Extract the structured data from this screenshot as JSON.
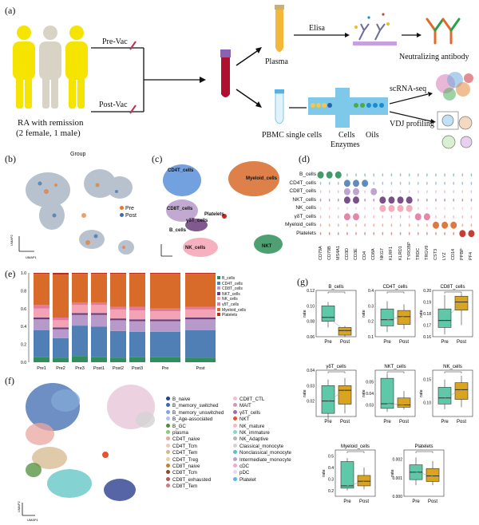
{
  "panel_a": {
    "label": "(a)",
    "pre_vac": "Pre-Vac",
    "post_vac": "Post-Vac",
    "cohort_line1": "RA with remission",
    "cohort_line2": "(2 female, 1 male)",
    "elisa": "Elisa",
    "plasma": "Plasma",
    "neutralizing": "Neutralizing antibody",
    "scrna": "scRNA-seq",
    "pbmc": "PBMC single cells",
    "cells": "Cells",
    "oils": "Oils",
    "enzymes": "Enzymes",
    "vdj": "VDJ profiling",
    "colors": {
      "human_yellow": "#f5e400",
      "human_gray": "#d8d3c4",
      "tube_red": "#b01030"
    }
  },
  "panel_b": {
    "label": "(b)",
    "title": "Group",
    "legend": [
      {
        "name": "Pre",
        "color": "#e07b2d"
      },
      {
        "name": "Post",
        "color": "#3b6fa8"
      }
    ],
    "axis_x": "UMAP1",
    "axis_y": "UMAP2"
  },
  "panel_c": {
    "label": "(c)",
    "clusters": [
      "CD4T_cells",
      "Myeloid_cells",
      "CD8T_cells",
      "Platelets",
      "γδT_cells",
      "B_cells",
      "NK_cells",
      "NKT"
    ]
  },
  "panel_d": {
    "label": "(d)",
    "rows": [
      "B_cells",
      "CD4T_cells",
      "CD8T_cells",
      "NKT_cells",
      "NK_cells",
      "γδT_cells",
      "Myeloid_cells",
      "Platelets"
    ],
    "genes": [
      "CD79A",
      "CD79B",
      "MS4A1",
      "CD3D",
      "CD3E",
      "CD4",
      "CD8A",
      "NKG7",
      "KLRF1",
      "KLRD1",
      "TYROBP",
      "TRDC",
      "TRGV9",
      "CST3",
      "LYZ",
      "CD14",
      "PPBP",
      "PF4"
    ]
  },
  "panel_e": {
    "label": "(e)",
    "chart_data": {
      "type": "bar",
      "categories": [
        "Pre1",
        "Pre2",
        "Pre3",
        "Post1",
        "Post2",
        "Post3",
        "Pre",
        "Post"
      ],
      "ylim": [
        0,
        1.0
      ],
      "yticks": [
        "0.0",
        "0.2",
        "0.4",
        "0.6",
        "0.8",
        "1.0"
      ],
      "series": [
        {
          "name": "B_cells",
          "color": "#2f8f5b",
          "values": [
            0.06,
            0.05,
            0.07,
            0.06,
            0.05,
            0.06,
            0.06,
            0.05
          ]
        },
        {
          "name": "CD4T_cells",
          "color": "#4f7fb4",
          "values": [
            0.3,
            0.22,
            0.34,
            0.34,
            0.3,
            0.28,
            0.28,
            0.31
          ]
        },
        {
          "name": "CD8T_cells",
          "color": "#b79ac9",
          "values": [
            0.12,
            0.1,
            0.12,
            0.13,
            0.12,
            0.12,
            0.12,
            0.12
          ]
        },
        {
          "name": "NKT_cells",
          "color": "#6a3d7a",
          "values": [
            0.02,
            0.02,
            0.02,
            0.02,
            0.02,
            0.02,
            0.02,
            0.02
          ]
        },
        {
          "name": "NK_cells",
          "color": "#f4a3b5",
          "values": [
            0.1,
            0.08,
            0.09,
            0.09,
            0.1,
            0.1,
            0.09,
            0.09
          ]
        },
        {
          "name": "γδT_cells",
          "color": "#e27aa0",
          "values": [
            0.04,
            0.03,
            0.03,
            0.03,
            0.03,
            0.04,
            0.03,
            0.03
          ]
        },
        {
          "name": "Myeloid_cells",
          "color": "#d86a2a",
          "values": [
            0.35,
            0.48,
            0.32,
            0.32,
            0.37,
            0.37,
            0.39,
            0.37
          ]
        },
        {
          "name": "Platelets",
          "color": "#c0281e",
          "values": [
            0.01,
            0.02,
            0.01,
            0.01,
            0.01,
            0.01,
            0.01,
            0.01
          ]
        }
      ]
    }
  },
  "panel_f": {
    "label": "(f)",
    "legend_col1": [
      {
        "name": "B_naive",
        "color": "#2b3f8f"
      },
      {
        "name": "B_memory_switched",
        "color": "#3d69b0"
      },
      {
        "name": "B_memory_unswitched",
        "color": "#7fa8d6"
      },
      {
        "name": "B_Age-associated",
        "color": "#a7c7e7"
      },
      {
        "name": "B_GC",
        "color": "#4f8f3a"
      },
      {
        "name": "plasma",
        "color": "#8fc97a"
      },
      {
        "name": "CD4T_naive",
        "color": "#e9a6a0"
      },
      {
        "name": "CD4T_Tcm",
        "color": "#f2c4bf"
      },
      {
        "name": "CD4T_Tem",
        "color": "#d4b88c"
      },
      {
        "name": "CD4T_Treg",
        "color": "#e7d29a"
      },
      {
        "name": "CD8T_naive",
        "color": "#c47f3a"
      },
      {
        "name": "CD8T_Tcm",
        "color": "#8c4a2a"
      },
      {
        "name": "CD8T_exhausted",
        "color": "#b05a5a"
      },
      {
        "name": "CD8T_Tem",
        "color": "#d27a7a"
      }
    ],
    "legend_col2": [
      {
        "name": "CD8T_CTL",
        "color": "#e6c3d7"
      },
      {
        "name": "MAIT",
        "color": "#c99bbd"
      },
      {
        "name": "γδT_cells",
        "color": "#9b6fa8"
      },
      {
        "name": "NKT",
        "color": "#e8532e"
      },
      {
        "name": "NK_mature",
        "color": "#f7b8c8"
      },
      {
        "name": "NK_immature",
        "color": "#88d8c8"
      },
      {
        "name": "NK_Adaptive",
        "color": "#b5b5b5"
      },
      {
        "name": "Classical_monocyte",
        "color": "#d3d3d3"
      },
      {
        "name": "Nonclassical_monocyte",
        "color": "#5cc3c3"
      },
      {
        "name": "Intermediate_monocyte",
        "color": "#b7a2d1"
      },
      {
        "name": "cDC",
        "color": "#f1a8d0"
      },
      {
        "name": "pDC",
        "color": "#e9d8f0"
      },
      {
        "name": "Platelet",
        "color": "#5bb8e8"
      }
    ]
  },
  "panel_g": {
    "label": "(g)",
    "ylabel": "rate",
    "x": [
      "Pre",
      "Post"
    ],
    "colors": {
      "pre": "#5fc8a8",
      "post": "#d9a520"
    },
    "chart_data": [
      {
        "type": "box",
        "title": "B_cells",
        "ylim": [
          0.06,
          0.12
        ],
        "yticks": [
          "0.06",
          "0.08",
          "0.10",
          "0.12"
        ],
        "pre": {
          "q1": 0.08,
          "median": 0.085,
          "q3": 0.1,
          "min": 0.072,
          "max": 0.105
        },
        "post": {
          "q1": 0.062,
          "median": 0.068,
          "q3": 0.072,
          "min": 0.06,
          "max": 0.074
        }
      },
      {
        "type": "box",
        "title": "CD4T_cells",
        "ylim": [
          0.1,
          0.4
        ],
        "yticks": [
          "0.1",
          "0.2",
          "0.3",
          "0.4"
        ],
        "pre": {
          "q1": 0.17,
          "median": 0.21,
          "q3": 0.28,
          "min": 0.13,
          "max": 0.33
        },
        "post": {
          "q1": 0.18,
          "median": 0.23,
          "q3": 0.27,
          "min": 0.15,
          "max": 0.31
        }
      },
      {
        "type": "box",
        "title": "CD8T_cells",
        "ylim": [
          0.16,
          0.2
        ],
        "yticks": [
          "0.16",
          "0.17",
          "0.18",
          "0.19",
          "0.20"
        ],
        "pre": {
          "q1": 0.168,
          "median": 0.174,
          "q3": 0.184,
          "min": 0.162,
          "max": 0.196
        },
        "post": {
          "q1": 0.183,
          "median": 0.19,
          "q3": 0.195,
          "min": 0.17,
          "max": 0.197
        }
      },
      {
        "type": "box",
        "title": "γδT_cells",
        "ylim": [
          0.01,
          0.04
        ],
        "yticks": [
          "0.02",
          "0.03",
          "0.04"
        ],
        "pre": {
          "q1": 0.012,
          "median": 0.02,
          "q3": 0.03,
          "min": 0.008,
          "max": 0.034
        },
        "post": {
          "q1": 0.018,
          "median": 0.027,
          "q3": 0.03,
          "min": 0.012,
          "max": 0.035
        }
      },
      {
        "type": "box",
        "title": "NKT_cells",
        "ylim": [
          0.02,
          0.06
        ],
        "yticks": [
          "0.03",
          "0.04",
          "0.05"
        ],
        "pre": {
          "q1": 0.027,
          "median": 0.031,
          "q3": 0.053,
          "min": 0.024,
          "max": 0.057
        },
        "post": {
          "q1": 0.028,
          "median": 0.03,
          "q3": 0.036,
          "min": 0.026,
          "max": 0.042
        }
      },
      {
        "type": "box",
        "title": "NK_cells",
        "ylim": [
          0.07,
          0.17
        ],
        "yticks": [
          "0.10",
          "0.15"
        ],
        "pre": {
          "q1": 0.097,
          "median": 0.11,
          "q3": 0.133,
          "min": 0.086,
          "max": 0.15
        },
        "post": {
          "q1": 0.107,
          "median": 0.128,
          "q3": 0.143,
          "min": 0.09,
          "max": 0.158
        }
      },
      {
        "type": "box",
        "title": "Myeloid_cells",
        "ylim": [
          0.15,
          0.55
        ],
        "yticks": [
          "0.2",
          "0.3",
          "0.4",
          "0.5"
        ],
        "pre": {
          "q1": 0.22,
          "median": 0.24,
          "q3": 0.45,
          "min": 0.2,
          "max": 0.48
        },
        "post": {
          "q1": 0.24,
          "median": 0.28,
          "q3": 0.33,
          "min": 0.21,
          "max": 0.4
        }
      },
      {
        "type": "box",
        "title": "Platelets",
        "ylim": [
          0.0,
          0.0025
        ],
        "yticks": [
          "0.000",
          "0.001",
          "0.002"
        ],
        "pre": {
          "q1": 0.0009,
          "median": 0.0013,
          "q3": 0.0017,
          "min": 0.0006,
          "max": 0.0021
        },
        "post": {
          "q1": 0.0008,
          "median": 0.0011,
          "q3": 0.0015,
          "min": 0.0006,
          "max": 0.0019
        }
      }
    ]
  }
}
